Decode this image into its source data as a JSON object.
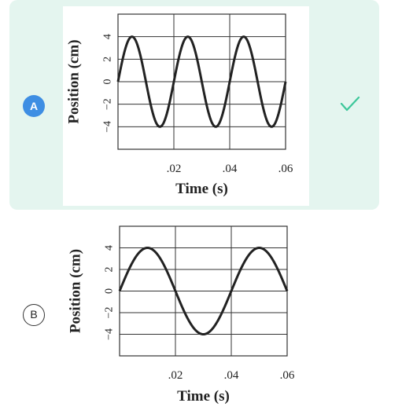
{
  "options": [
    {
      "letter": "A",
      "selected": true,
      "correct": true,
      "icon": "checkmark-icon",
      "accent_color": "#3e8ee3",
      "check_color": "#3cc79a",
      "background_color": "#e4f5ef"
    },
    {
      "letter": "B",
      "selected": false,
      "correct": false
    }
  ],
  "chart_data": [
    {
      "type": "line",
      "xlabel": "Time (s)",
      "ylabel": "Position (cm)",
      "xlim": [
        0,
        0.06
      ],
      "ylim": [
        -6,
        6
      ],
      "x_ticks": [
        ".02",
        ".04",
        ".06"
      ],
      "y_ticks": [
        "4",
        "2",
        "0",
        "−2",
        "−4"
      ],
      "grid": true,
      "amplitude_cm": 4,
      "period_s": 0.02,
      "series": [
        {
          "x": [
            0,
            0.005,
            0.01,
            0.015,
            0.02,
            0.025,
            0.03,
            0.035,
            0.04,
            0.045,
            0.05,
            0.055,
            0.06
          ],
          "y": [
            0,
            4,
            0,
            -4,
            0,
            4,
            0,
            -4,
            0,
            4,
            0,
            -4,
            0
          ]
        }
      ]
    },
    {
      "type": "line",
      "xlabel": "Time (s)",
      "ylabel": "Position (cm)",
      "xlim": [
        0,
        0.06
      ],
      "ylim": [
        -6,
        6
      ],
      "x_ticks": [
        ".02",
        ".04",
        ".06"
      ],
      "y_ticks": [
        "4",
        "2",
        "0",
        "−2",
        "−4"
      ],
      "grid": true,
      "amplitude_cm": 4,
      "period_s": 0.04,
      "series": [
        {
          "x": [
            0,
            0.01,
            0.02,
            0.03,
            0.04,
            0.05,
            0.06
          ],
          "y": [
            0,
            4,
            0,
            -4,
            0,
            4,
            0
          ]
        }
      ]
    }
  ]
}
